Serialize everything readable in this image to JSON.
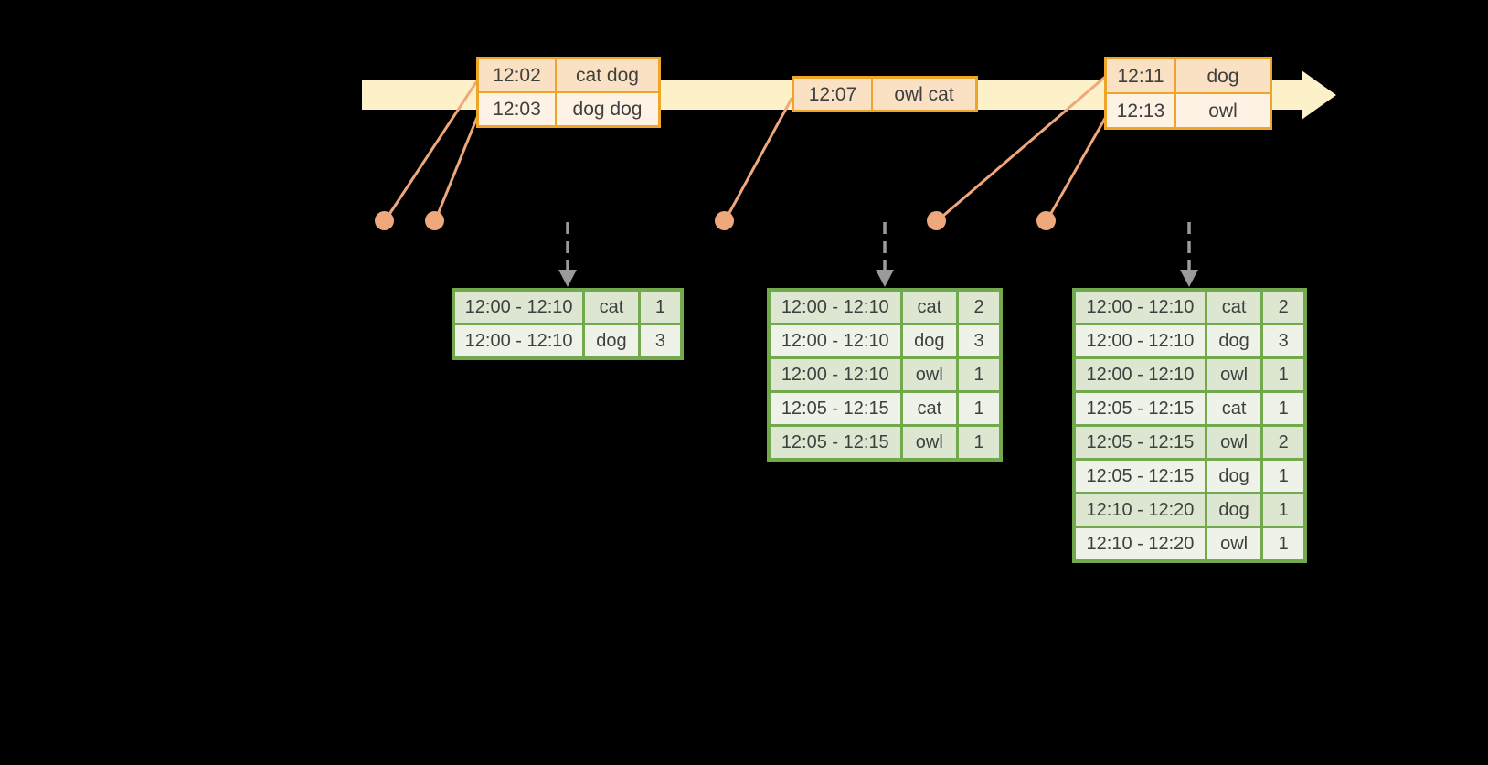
{
  "diagram_title": "windowed-grouped-aggregation-stream",
  "colors": {
    "background": "#000000",
    "timeline_band": "#fdf1c9",
    "event_table_border": "#efa42a",
    "event_row_peach": "#fbe1c3",
    "event_row_cream": "#fdf2e3",
    "connector_salmon": "#efa77c",
    "result_table_border": "#72a94d",
    "result_row_dark": "#dce6d0",
    "result_row_light": "#eef2e8",
    "trigger_arrow_gray": "#9a9a9a",
    "text": "#3f3f3f"
  },
  "event_tables": [
    {
      "rows": [
        {
          "time": "12:02",
          "words": "cat dog"
        },
        {
          "time": "12:03",
          "words": "dog dog"
        }
      ]
    },
    {
      "rows": [
        {
          "time": "12:07",
          "words": "owl cat"
        }
      ]
    },
    {
      "rows": [
        {
          "time": "12:11",
          "words": "dog"
        },
        {
          "time": "12:13",
          "words": "owl"
        }
      ]
    }
  ],
  "result_tables": [
    {
      "rows": [
        {
          "window": "12:00 - 12:10",
          "word": "cat",
          "count": "1"
        },
        {
          "window": "12:00 - 12:10",
          "word": "dog",
          "count": "3"
        }
      ]
    },
    {
      "rows": [
        {
          "window": "12:00 - 12:10",
          "word": "cat",
          "count": "2"
        },
        {
          "window": "12:00 - 12:10",
          "word": "dog",
          "count": "3"
        },
        {
          "window": "12:00 - 12:10",
          "word": "owl",
          "count": "1"
        },
        {
          "window": "12:05 - 12:15",
          "word": "cat",
          "count": "1"
        },
        {
          "window": "12:05 - 12:15",
          "word": "owl",
          "count": "1"
        }
      ]
    },
    {
      "rows": [
        {
          "window": "12:00 - 12:10",
          "word": "cat",
          "count": "2"
        },
        {
          "window": "12:00 - 12:10",
          "word": "dog",
          "count": "3"
        },
        {
          "window": "12:00 - 12:10",
          "word": "owl",
          "count": "1"
        },
        {
          "window": "12:05 - 12:15",
          "word": "cat",
          "count": "1"
        },
        {
          "window": "12:05 - 12:15",
          "word": "owl",
          "count": "2"
        },
        {
          "window": "12:05 - 12:15",
          "word": "dog",
          "count": "1"
        },
        {
          "window": "12:10 - 12:20",
          "word": "dog",
          "count": "1"
        },
        {
          "window": "12:10 - 12:20",
          "word": "owl",
          "count": "1"
        }
      ]
    }
  ]
}
